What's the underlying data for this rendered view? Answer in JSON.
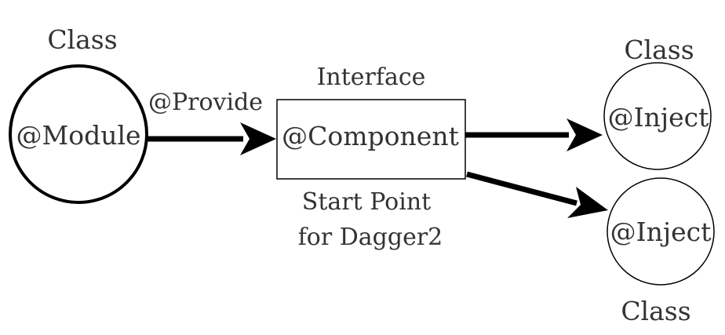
{
  "module_node": {
    "type_label": "Class",
    "annotation": "@Module"
  },
  "edge_provide": {
    "label": "@Provide"
  },
  "component_node": {
    "type_label": "Interface",
    "annotation": "@Component",
    "note_line1": "Start Point",
    "note_line2": "for Dagger2"
  },
  "inject_top": {
    "type_label": "Class",
    "annotation": "@Inject"
  },
  "inject_bottom": {
    "type_label": "Class",
    "annotation": "@Inject"
  },
  "colors": {
    "stroke": "#000000",
    "text": "#333333",
    "background": "#ffffff"
  }
}
